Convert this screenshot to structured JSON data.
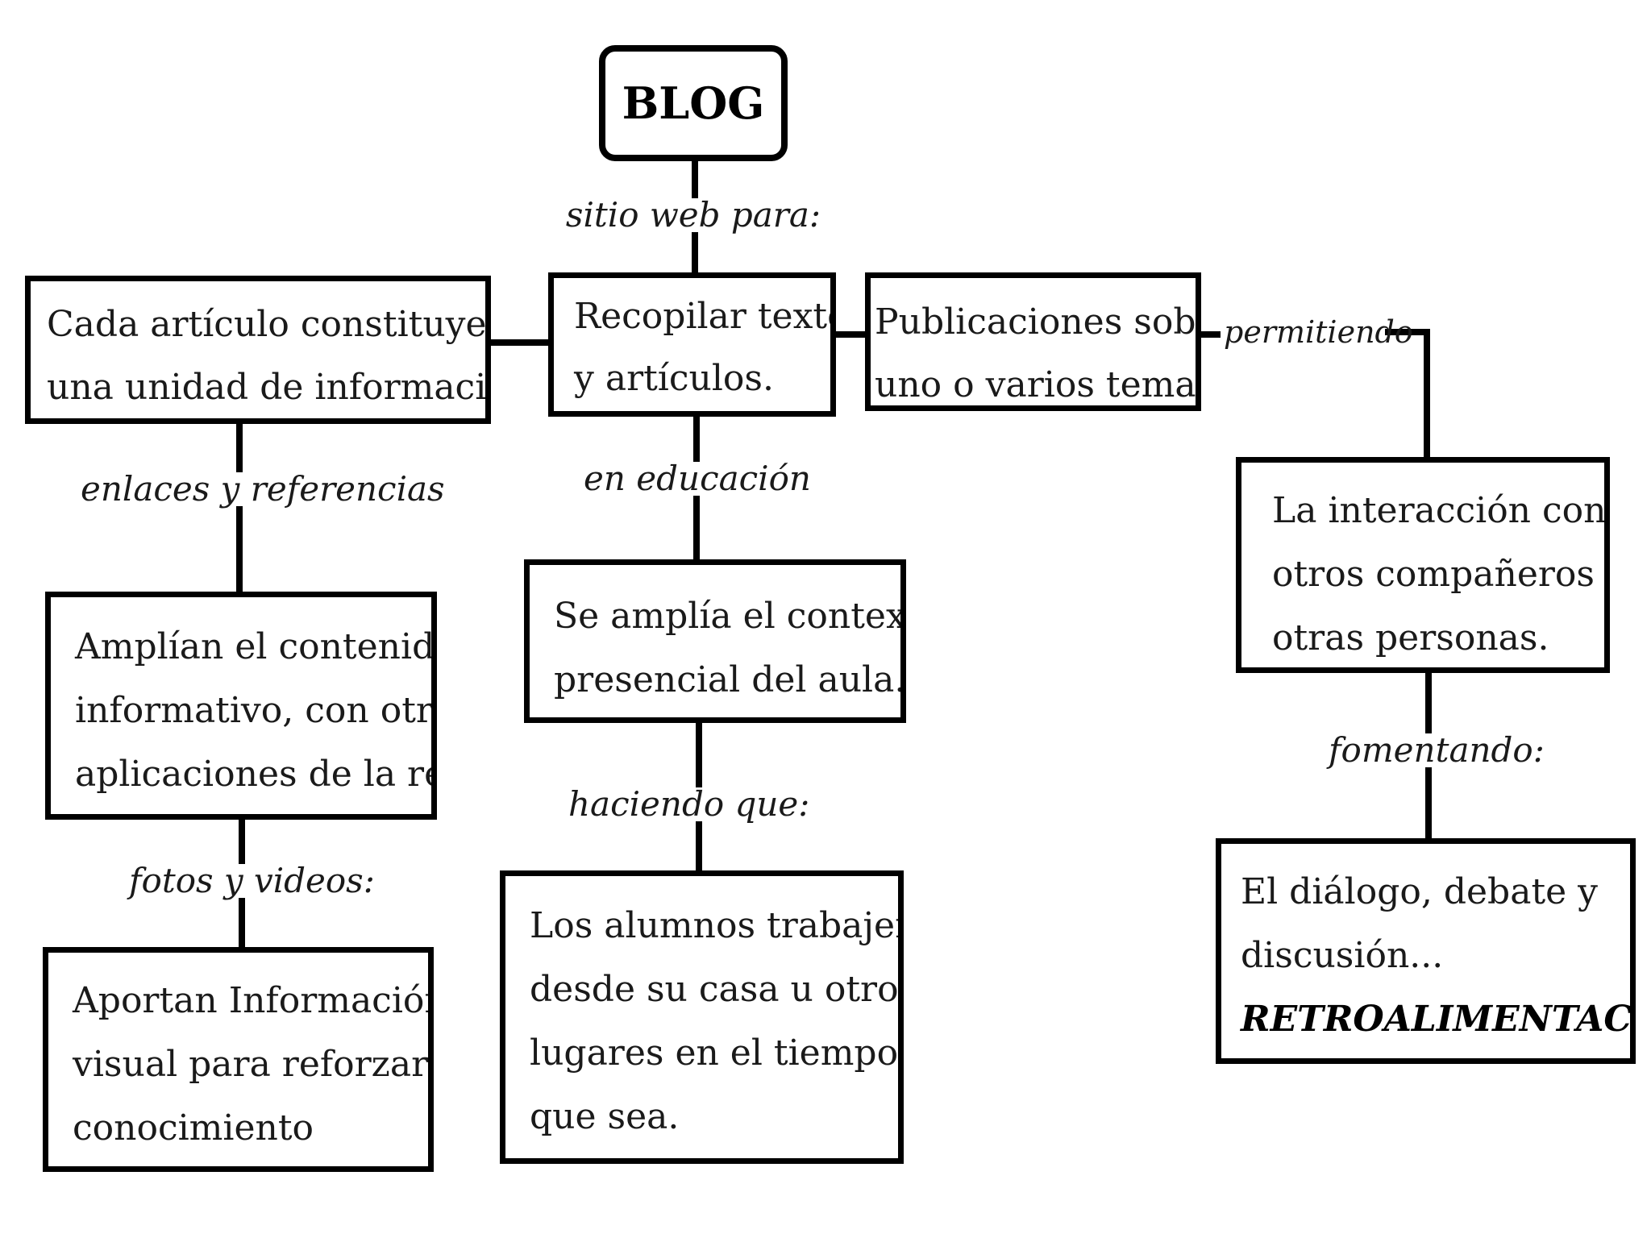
{
  "title": "BLOG",
  "links": {
    "sitio": "sitio web para:",
    "enlaces": "enlaces y referencias",
    "educacion": "en educación",
    "permitiendo": "permitiendo",
    "fotos": "fotos y videos:",
    "haciendo": "haciendo que:",
    "fomentando": "fomentando:"
  },
  "nodes": {
    "recopilar": [
      "Recopilar textos",
      "y artículos."
    ],
    "cada": [
      "Cada artículo constituye",
      "una unidad de información."
    ],
    "publicaciones": [
      "Publicaciones sobre",
      "uno o varios temas"
    ],
    "amplian": [
      "Amplían el contenido",
      "informativo, con otras",
      "aplicaciones de la red."
    ],
    "aportan": [
      "Aportan Información",
      "visual para reforzar el",
      "conocimiento"
    ],
    "contexto": [
      "Se amplía el contexto",
      "presencial del aula."
    ],
    "alumnos": [
      "Los alumnos trabajen",
      "desde su casa u otros",
      "lugares en el tiempo",
      "que sea."
    ],
    "interaccion": [
      "La interacción con",
      "otros compañeros u",
      "otras personas."
    ],
    "dialogo": [
      "El diálogo, debate y",
      "discusión...",
      "RETROALIMENTACIÓN."
    ]
  }
}
